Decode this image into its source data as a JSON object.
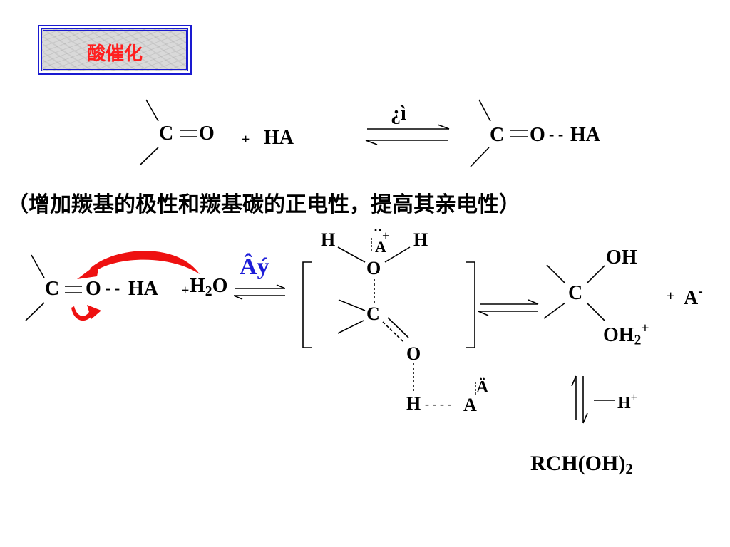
{
  "title": "酸催化",
  "reaction1": {
    "reactant": "C",
    "reactant_o": "O",
    "plus": "+",
    "reagent": "HA",
    "arrow_label": "¿ì",
    "product_c": "C",
    "product_o": "O",
    "product_dash": "- -",
    "product_ha": "HA"
  },
  "explanation": "（增加羰基的极性和羰基碳的正电性，提高其亲电性）",
  "reaction2": {
    "left_c": "C",
    "left_o": "O",
    "left_dash": "- -",
    "left_ha": "HA",
    "plus": "+",
    "water_h": "H",
    "water_sub": "2",
    "water_o": "O",
    "arrow_label": "Âý",
    "ts_h_left": "H",
    "ts_h_right": "H",
    "ts_a": "A",
    "ts_a_charge": "+",
    "ts_a_dots": "··",
    "ts_o_top": "O",
    "ts_c": "C",
    "ts_o_bottom": "O",
    "ts_h_bottom": "H",
    "ts_dash": "- - - -",
    "ts_a2": "A",
    "ts_a2_label": "Ä",
    "prod_oh": "OH",
    "prod_c": "C",
    "prod_oh2": "OH",
    "prod_oh2_sub": "2",
    "prod_oh2_sup": "+",
    "prod_plus": "+",
    "prod_a": "A",
    "prod_a_sup": "-",
    "h_plus": "H",
    "h_plus_sup": "+",
    "final": "RCH(OH)",
    "final_sub": "2"
  },
  "colors": {
    "title_text": "#ff1f1f",
    "box_border": "#1a1ad0",
    "curved_arrow": "#ee1111",
    "slow_label": "#1c1cd8"
  }
}
